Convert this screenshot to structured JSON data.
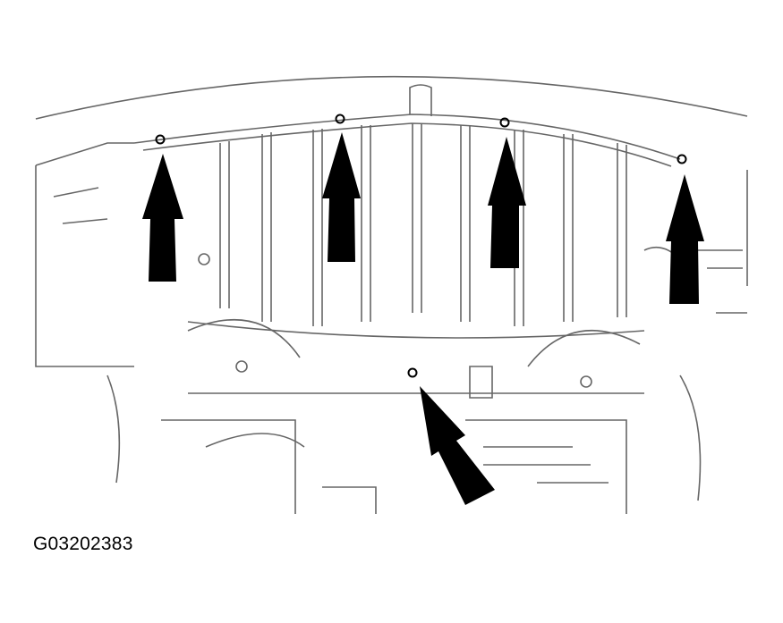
{
  "figure": {
    "id_label": "G03202383",
    "description": "Underbody shield / splash shield with bolt locations indicated by arrows"
  },
  "callouts": [
    {
      "name": "arrow-bolt-1",
      "direction": "up",
      "bolt": [
        179,
        156
      ],
      "tail": [
        182,
        315
      ]
    },
    {
      "name": "arrow-bolt-2",
      "direction": "up",
      "bolt": [
        380,
        133
      ],
      "tail": [
        382,
        293
      ]
    },
    {
      "name": "arrow-bolt-3",
      "direction": "up",
      "bolt": [
        564,
        137
      ],
      "tail": [
        566,
        300
      ]
    },
    {
      "name": "arrow-bolt-4",
      "direction": "up",
      "bolt": [
        762,
        178
      ],
      "tail": [
        765,
        340
      ]
    },
    {
      "name": "arrow-bolt-5",
      "direction": "up-left",
      "bolt": [
        461,
        417
      ],
      "tail": [
        535,
        560
      ]
    }
  ],
  "colors": {
    "line": "#555555",
    "arrow": "#000000",
    "background": "#ffffff"
  }
}
